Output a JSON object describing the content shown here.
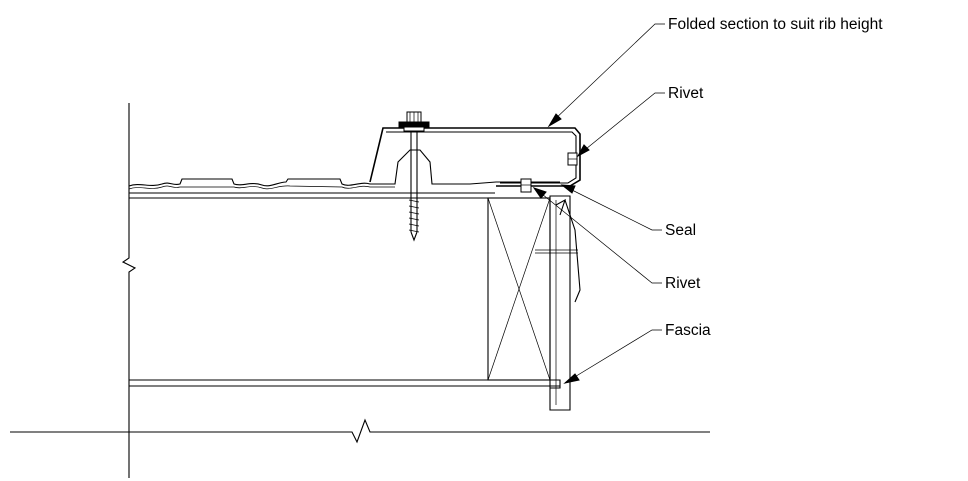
{
  "callouts": {
    "folded_section": "Folded section to suit rib height",
    "rivet_top": "Rivet",
    "seal": "Seal",
    "rivet_mid": "Rivet",
    "fascia": "Fascia"
  }
}
